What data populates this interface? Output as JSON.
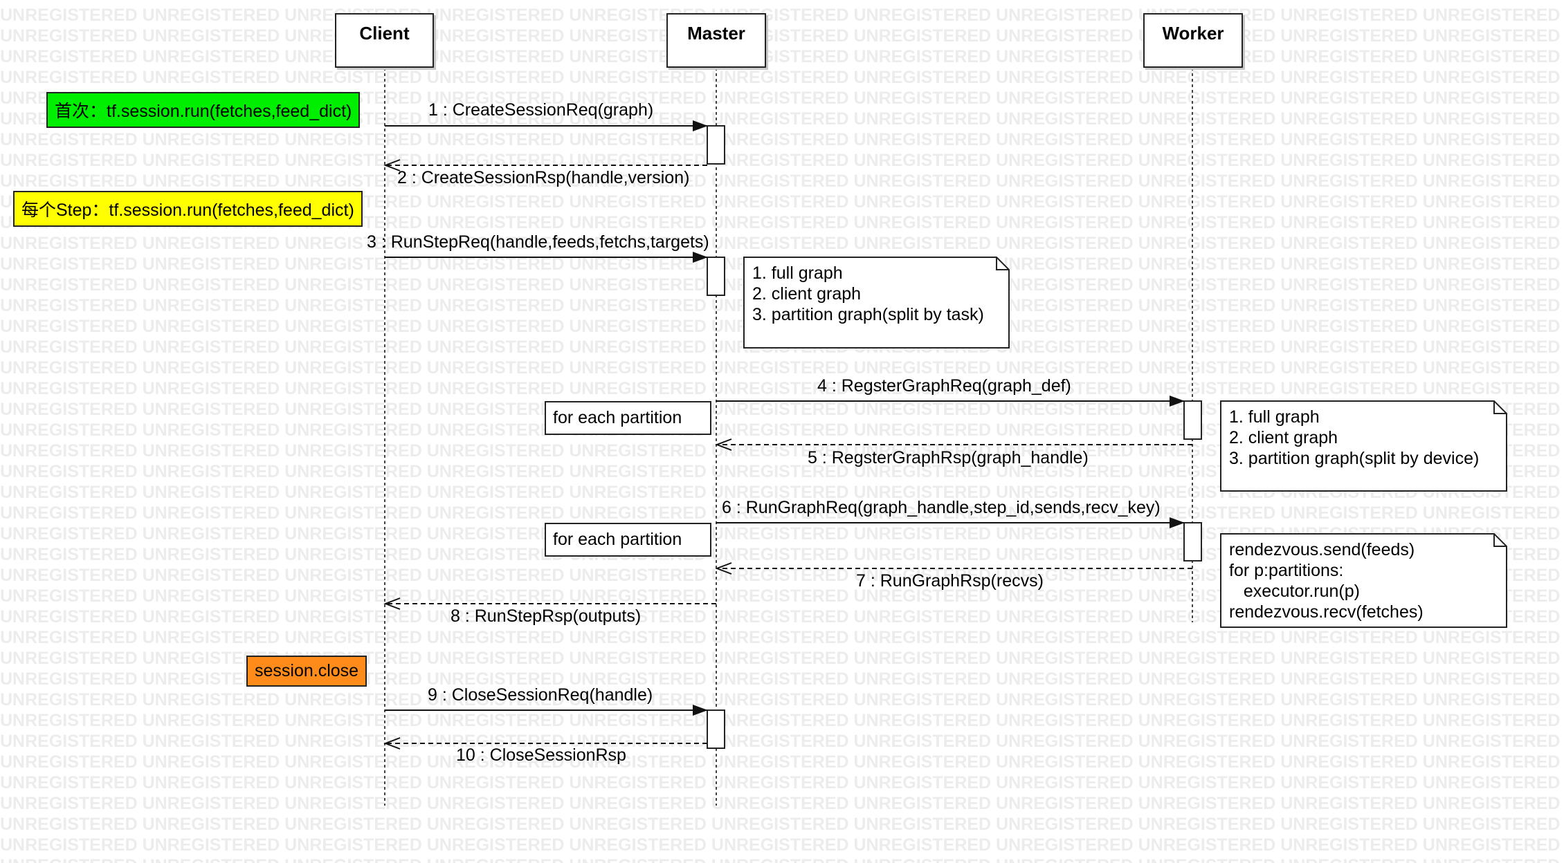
{
  "watermark": {
    "text": "UNREGISTERED"
  },
  "lifelines": {
    "client": "Client",
    "master": "Master",
    "worker": "Worker"
  },
  "tags": {
    "first_run": "首次：tf.session.run(fetches,feed_dict)",
    "each_step": "每个Step：tf.session.run(fetches,feed_dict)",
    "session_close": "session.close"
  },
  "colors": {
    "first_run_bg": "#00ee00",
    "each_step_bg": "#ffff00",
    "session_close_bg": "#ff8c1a",
    "line": "#222222",
    "watermark": "#ececec"
  },
  "messages": [
    {
      "label": "1 : CreateSessionReq(graph)",
      "kind": "sync"
    },
    {
      "label": "2 : CreateSessionRsp(handle,version)",
      "kind": "return"
    },
    {
      "label": "3 : RunStepReq(handle,feeds,fetchs,targets)",
      "kind": "sync"
    },
    {
      "label": "4 : RegsterGraphReq(graph_def)",
      "kind": "sync"
    },
    {
      "label": "5 : RegsterGraphRsp(graph_handle)",
      "kind": "return"
    },
    {
      "label": "6 : RunGraphReq(graph_handle,step_id,sends,recv_key)",
      "kind": "sync"
    },
    {
      "label": "7 : RunGraphRsp(recvs)",
      "kind": "return"
    },
    {
      "label": "8 : RunStepRsp(outputs)",
      "kind": "return"
    },
    {
      "label": "9 : CloseSessionReq(handle)",
      "kind": "sync"
    },
    {
      "label": "10 : CloseSessionRsp",
      "kind": "return"
    }
  ],
  "frames": {
    "register_loop": "for each partition",
    "rungraph_loop": "for each partition"
  },
  "notes": {
    "master_note": [
      "1. full graph",
      "2. client graph",
      "3. partition graph(split by task)"
    ],
    "worker_note": [
      "1. full graph",
      "2. client graph",
      "3. partition graph(split by device)"
    ],
    "rendezvous_note": [
      "rendezvous.send(feeds)",
      "for p:partitions:",
      "   executor.run(p)",
      "rendezvous.recv(fetches)"
    ]
  }
}
